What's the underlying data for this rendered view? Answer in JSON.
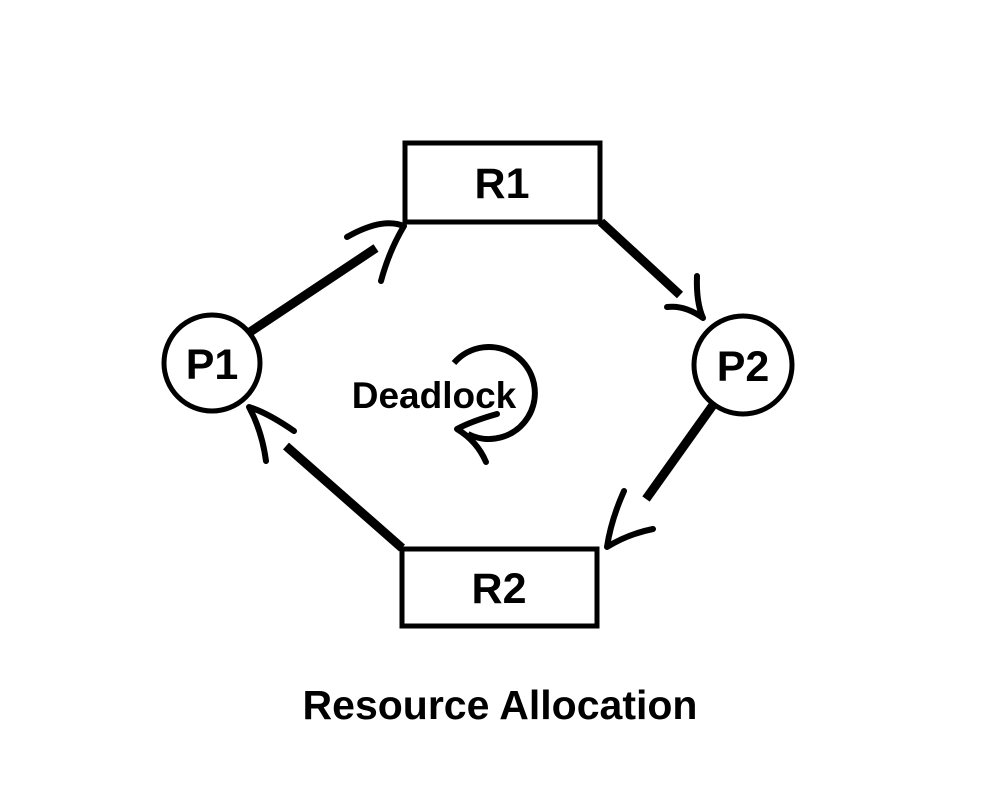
{
  "diagram": {
    "title": "Resource Allocation",
    "center_label": "Deadlock",
    "type": "resource-allocation-graph",
    "nodes": [
      {
        "id": "P1",
        "label": "P1",
        "shape": "circle",
        "role": "process"
      },
      {
        "id": "R1",
        "label": "R1",
        "shape": "rectangle",
        "role": "resource"
      },
      {
        "id": "P2",
        "label": "P2",
        "shape": "circle",
        "role": "process"
      },
      {
        "id": "R2",
        "label": "R2",
        "shape": "rectangle",
        "role": "resource"
      }
    ],
    "edges": [
      {
        "from": "P1",
        "to": "R1",
        "style": "arrow"
      },
      {
        "from": "R1",
        "to": "P2",
        "style": "arrow"
      },
      {
        "from": "P2",
        "to": "R2",
        "style": "arrow"
      },
      {
        "from": "R2",
        "to": "P1",
        "style": "arrow"
      }
    ],
    "cycle_direction": "clockwise",
    "colors": {
      "stroke": "#000000",
      "background": "#ffffff"
    }
  }
}
